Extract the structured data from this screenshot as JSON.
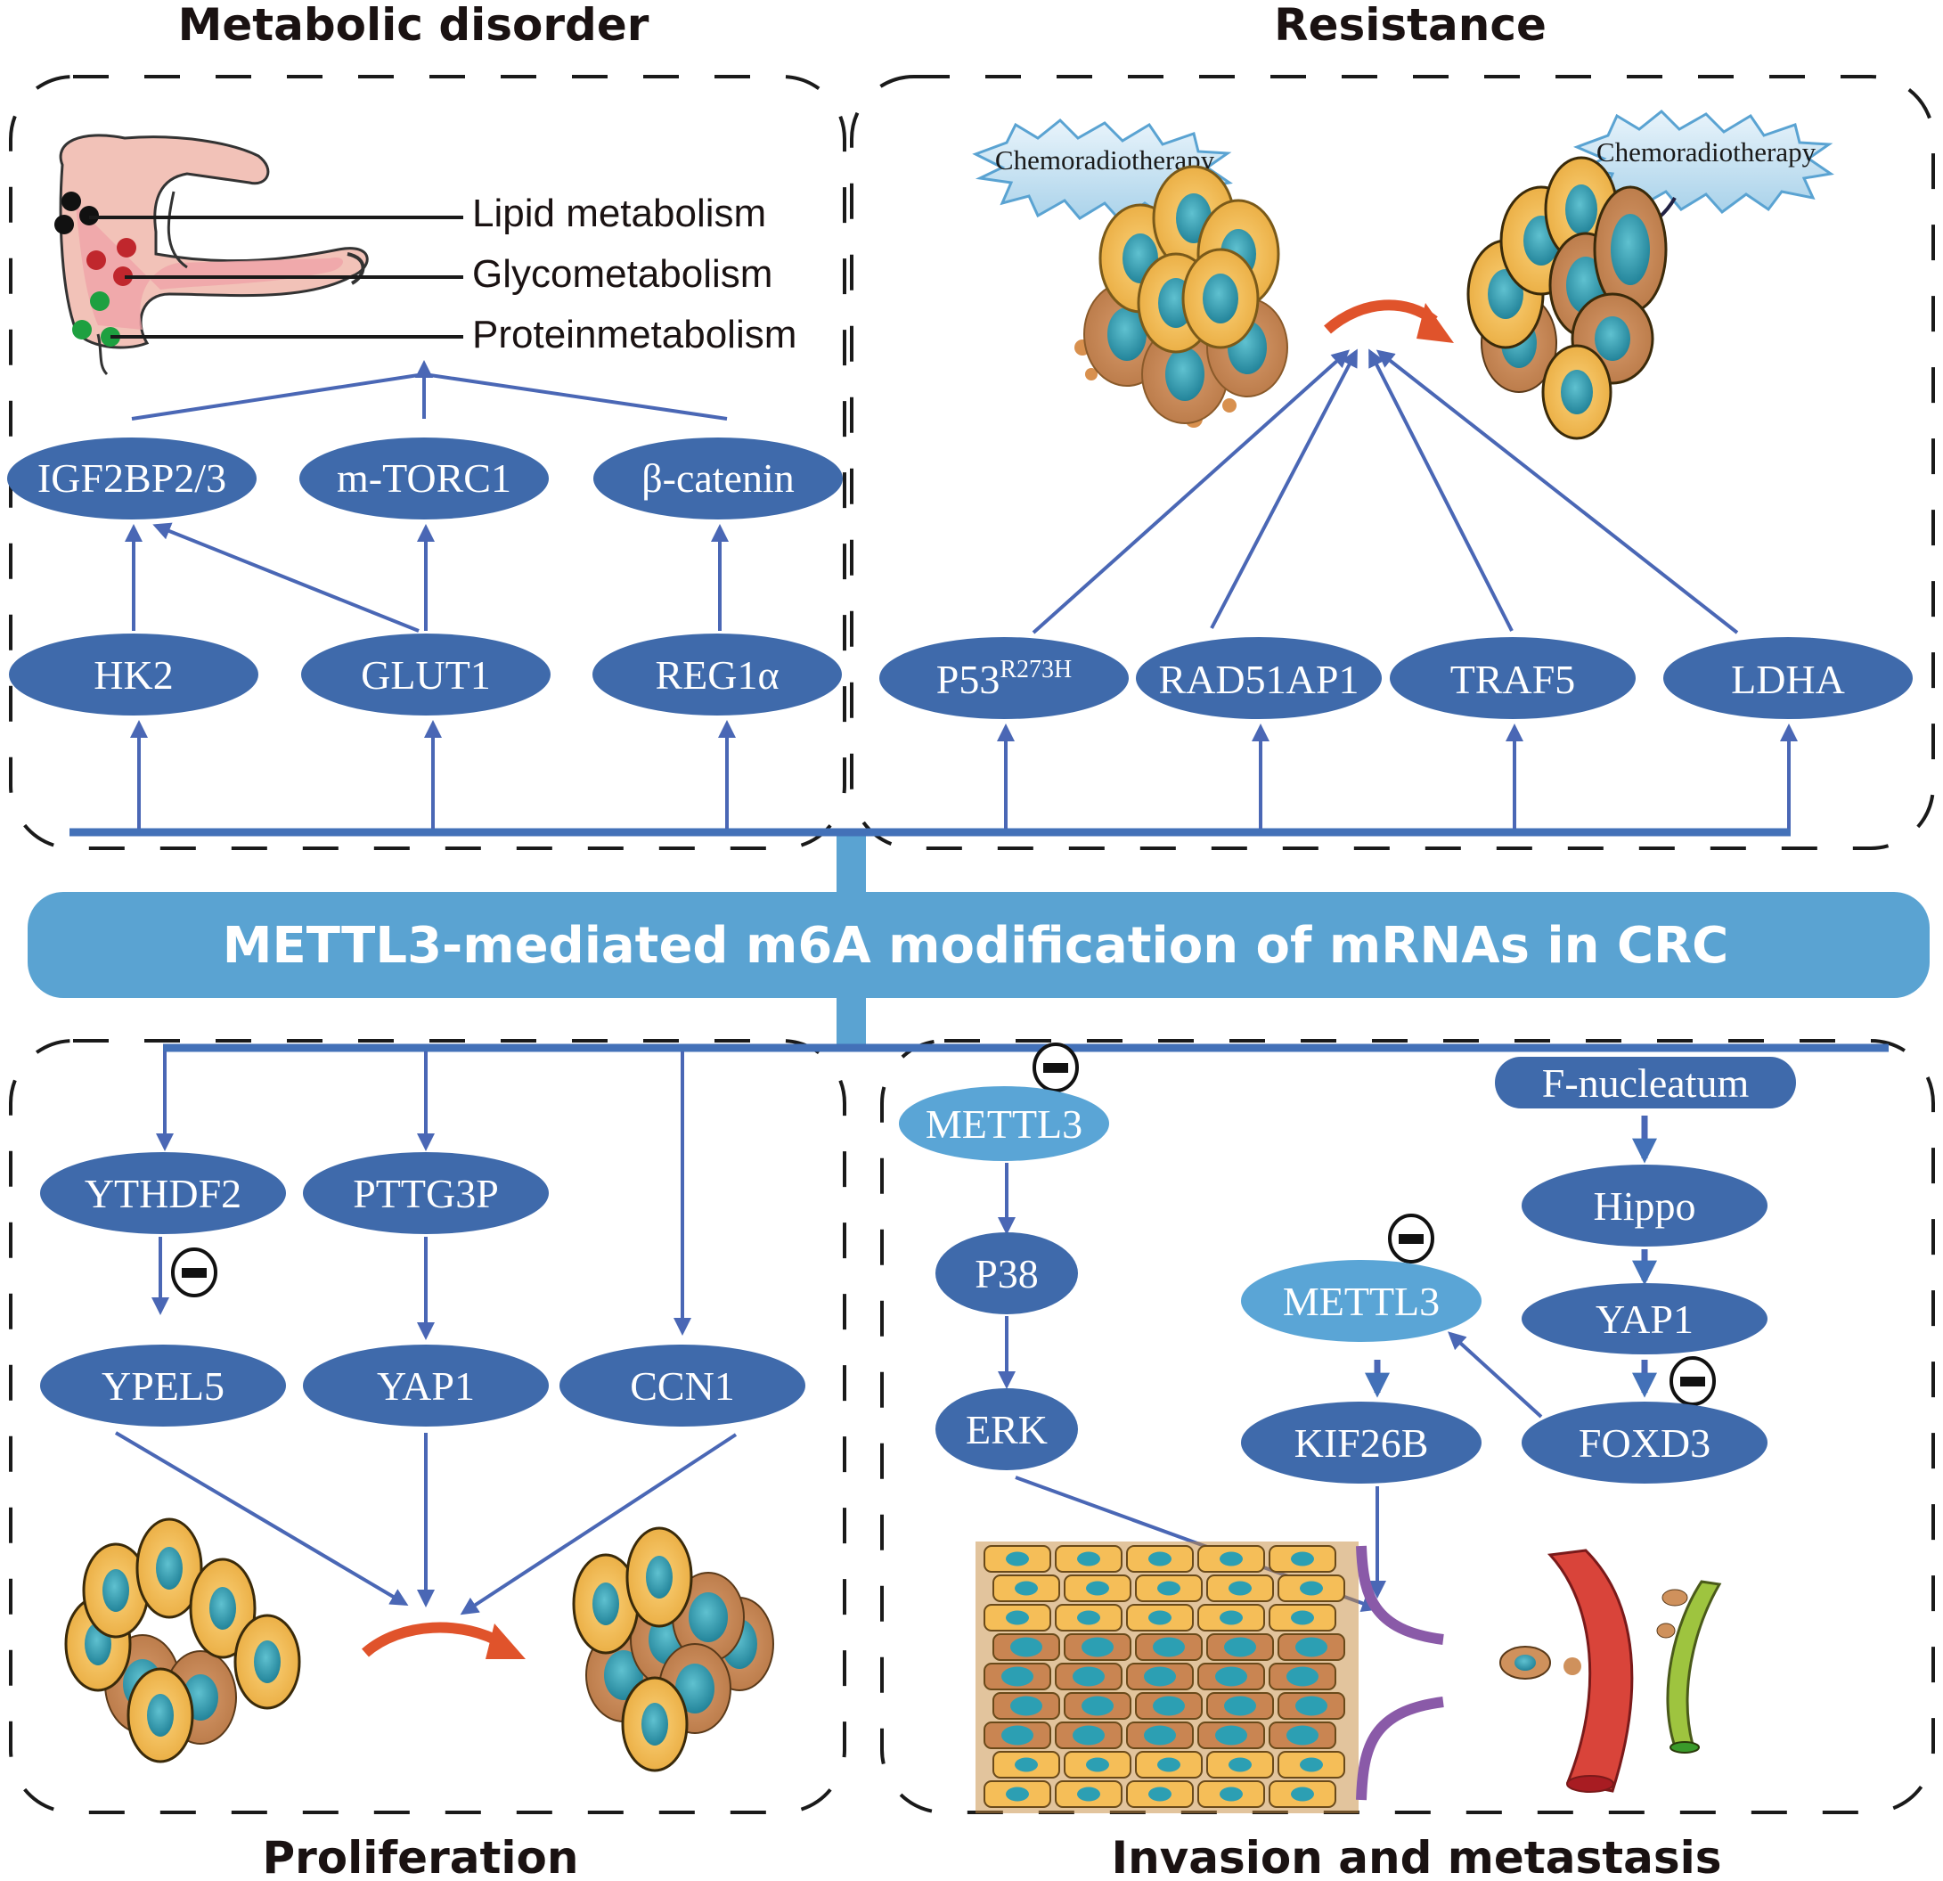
{
  "panels": {
    "metabolic": {
      "title": "Metabolic disorder",
      "legend": [
        "Lipid metabolism",
        "Glycometabolism",
        "Proteinmetabolism"
      ],
      "upper_nodes": [
        "IGF2BP2/3",
        "m-TORC1",
        "β-catenin"
      ],
      "lower_nodes": [
        "HK2",
        "GLUT1",
        "REG1α"
      ]
    },
    "resistance": {
      "title": "Resistance",
      "therapy_label": "Chemoradiotherapy",
      "nodes": [
        {
          "label": "P53",
          "sup": "R273H"
        },
        {
          "label": "RAD51AP1",
          "sup": ""
        },
        {
          "label": "TRAF5",
          "sup": ""
        },
        {
          "label": "LDHA",
          "sup": ""
        }
      ]
    },
    "proliferation": {
      "title": "Proliferation",
      "upper_nodes": [
        "YTHDF2",
        "PTTG3P"
      ],
      "lower_nodes": [
        "YPEL5",
        "YAP1",
        "CCN1"
      ]
    },
    "invasion": {
      "title": "Invasion and metastasis",
      "left_chain": [
        "METTL3",
        "P38",
        "ERK"
      ],
      "right_chain": [
        "F-nucleatum",
        "Hippo",
        "YAP1",
        "FOXD3"
      ],
      "middle_chain": [
        "METTL3",
        "KIF26B"
      ]
    }
  },
  "banner": {
    "label": "METTL3-mediated m6A modification of mRNAs in CRC"
  },
  "colors": {
    "node": "#3f6aab",
    "node_light": "#5aa5d6",
    "banner": "#5aa3d2",
    "edge": "#4a67b5",
    "arrow_red": "#e0532b",
    "lipid_dot": "#111111",
    "glyco_dot": "#c0272d",
    "protein_dot": "#1ea040"
  }
}
